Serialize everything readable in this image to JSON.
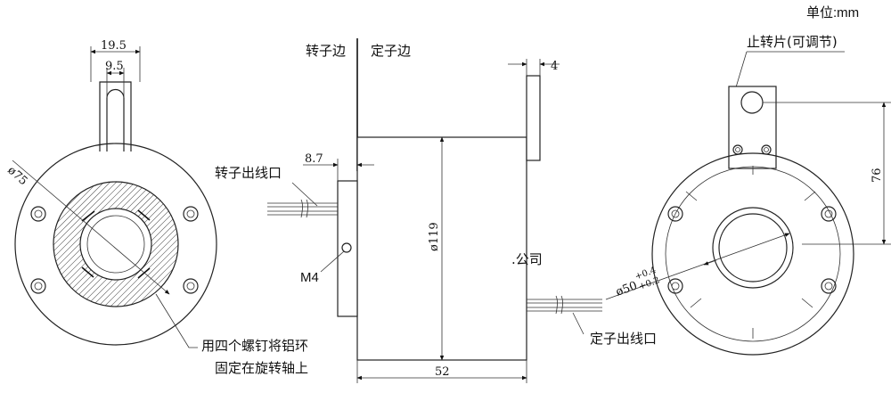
{
  "units_label": "单位:mm",
  "left_view": {
    "dim_tab_outer": "19.5",
    "dim_tab_inner": "9.5",
    "dim_diameter": "ø75",
    "note_line1": "用四个螺钉将铝环",
    "note_line2": "固定在旋转轴上"
  },
  "side_view": {
    "label_rotor_side": "转子边",
    "label_stator_side": "定子边",
    "dim_plate": "4",
    "dim_flange": "8.7",
    "label_rotor_outlet": "转子出线口",
    "dim_body_diameter": "ø119",
    "label_screw": "M4",
    "watermark": ".公司",
    "dim_length": "52",
    "label_stator_outlet": "定子出线口"
  },
  "right_view": {
    "label_stop_tab": "止转片(可调节)",
    "dim_height": "76",
    "dim_bore": "ø50",
    "tol_upper": "+0.4",
    "tol_lower": "+0.2"
  }
}
